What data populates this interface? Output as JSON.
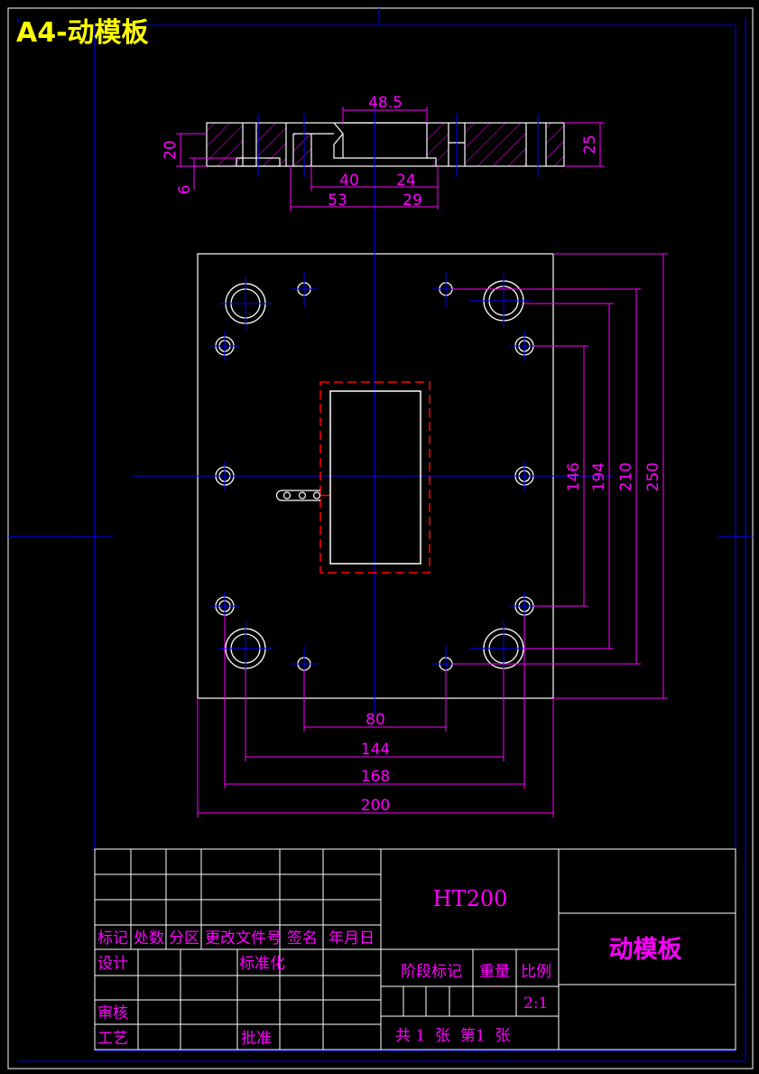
{
  "sheet": {
    "title": "A4-动模板"
  },
  "colors": {
    "background": "#000000",
    "outline": "#ffffff",
    "centerline": "#0000ff",
    "dimension": "#ff00ff",
    "hidden": "#ff0000",
    "title": "#ffff00"
  },
  "section_dims": {
    "d48_5": "48.5",
    "d20": "20",
    "d6": "6",
    "d25": "25",
    "d40": "40",
    "d24": "24",
    "d53": "53",
    "d29": "29"
  },
  "plan_dims": {
    "d146": "146",
    "d194": "194",
    "d210": "210",
    "d250": "250",
    "d80": "80",
    "d144": "144",
    "d168": "168",
    "d200": "200"
  },
  "title_block": {
    "material": "HT200",
    "part_name": "动模板",
    "headers": {
      "mark": "标记",
      "count": "处数",
      "zone": "分区",
      "change_doc": "更改文件号",
      "signature": "签名",
      "date": "年月日"
    },
    "design": "设计",
    "standardize": "标准化",
    "review": "审核",
    "process": "工艺",
    "approve": "批准",
    "stage_mark": "阶段标记",
    "weight": "重量",
    "scale_label": "比例",
    "scale_value": "2:1",
    "sheets": "共 1  张  第1  张"
  }
}
